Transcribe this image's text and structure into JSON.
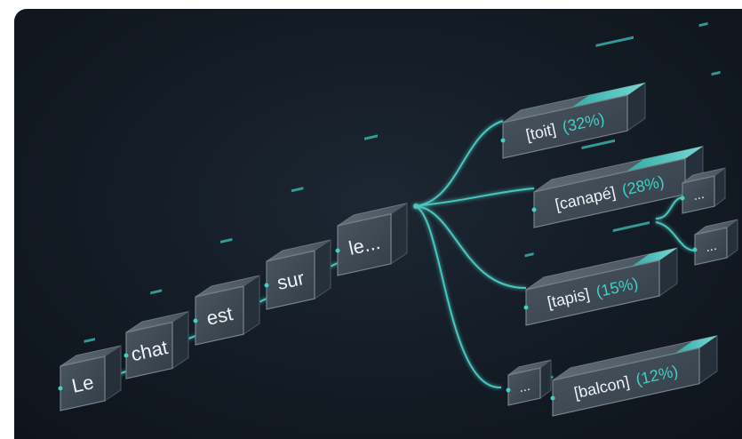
{
  "colors": {
    "background": "#131b24",
    "cube_face": "#3b4650",
    "cube_top": "#56616b",
    "cube_side": "#28323b",
    "accent": "#37d2c8",
    "text": "#eef3f6"
  },
  "sequence": [
    {
      "word": "Le"
    },
    {
      "word": "chat"
    },
    {
      "word": "est"
    },
    {
      "word": "sur"
    },
    {
      "word": "le..."
    }
  ],
  "candidates": [
    {
      "word": "[toit]",
      "prob": "(32%)",
      "level": 0.32
    },
    {
      "word": "[canapé]",
      "prob": "(28%)",
      "level": 0.28
    },
    {
      "word": "[tapis]",
      "prob": "(15%)",
      "level": 0.15
    },
    {
      "word": "[balcon]",
      "prob": "(12%)",
      "level": 0.12
    }
  ],
  "continuations": [
    "...",
    "...",
    "..."
  ]
}
